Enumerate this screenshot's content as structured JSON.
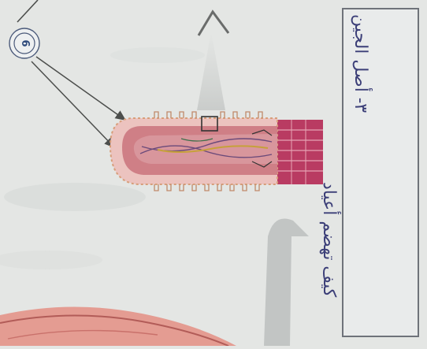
{
  "badge": {
    "number": "6"
  },
  "label_box": {
    "line_1": "٣- أصل الجين",
    "line_2": "كيف تهضم أعياد"
  },
  "colors": {
    "text_ink": "#3c3f78",
    "box_border": "#6f737a",
    "villus_outer": "#ecc3bf",
    "villus_inner": "#cf7f86",
    "tissue_band": "#b93b62",
    "arrow": "#4c4e4c"
  }
}
